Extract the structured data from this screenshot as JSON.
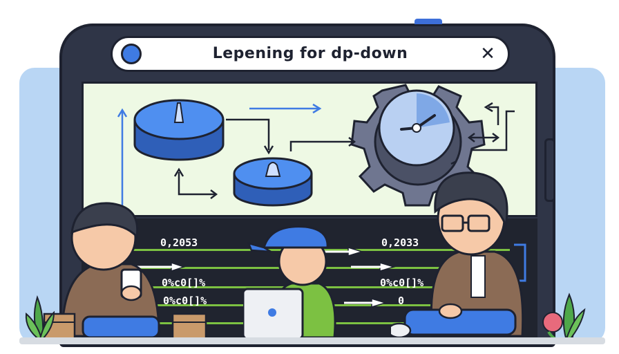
{
  "window": {
    "title": "Lepening for dp-down",
    "close_glyph": "✕"
  },
  "readouts": {
    "left_top": "0,2053",
    "right_top": "0,2033",
    "left_mid": "0%c0[]%",
    "left_low": "0%c0[]%",
    "right_mid": "0%c0[]%",
    "right_low": "0"
  },
  "icons": {
    "search": "search-dot-icon",
    "close": "close-icon",
    "gear": "gear-clock-icon"
  },
  "colors": {
    "accent_blue": "#3f7be3",
    "screen_bg": "#eef9e4",
    "frame": "#2f3547",
    "data_line": "#7cc142"
  }
}
